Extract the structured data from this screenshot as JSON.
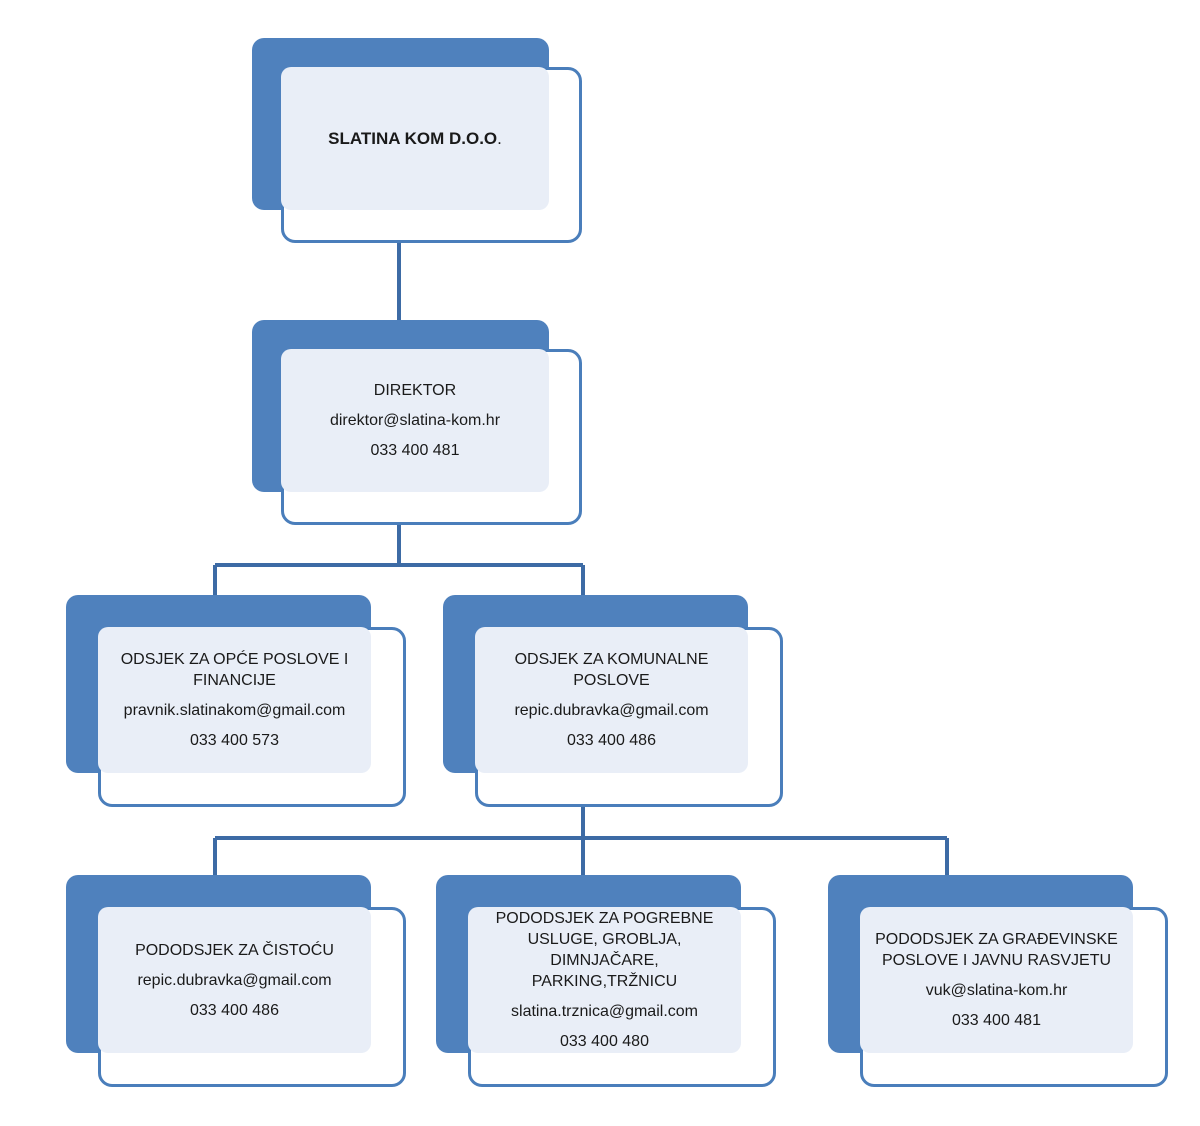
{
  "chart_title": "SLATINA KOM D.O.O. organizational chart",
  "colors": {
    "accent_blue": "#4f81bd",
    "panel_fill": "#e9eef7",
    "card_border": "#4a7ebb",
    "connector": "#3d6ba5",
    "text": "#1a1a1a",
    "background": "#ffffff"
  },
  "nodes": {
    "root": {
      "title": "SLATINA KOM D.O.O.",
      "title_bold_part": "SLATINA KOM D.O.O",
      "title_tail": ".",
      "email": "",
      "phone": ""
    },
    "direktor": {
      "title": "DIREKTOR",
      "email": "direktor@slatina-kom.hr",
      "phone": "033 400 481"
    },
    "opce_poslove": {
      "title_line1": "ODSJEK ZA OPĆE POSLOVE I",
      "title_line2": "FINANCIJE",
      "email": "pravnik.slatinakom@gmail.com",
      "phone": "033 400 573"
    },
    "komunalne_poslove": {
      "title_line1": "ODSJEK ZA KOMUNALNE",
      "title_line2": "POSLOVE",
      "email": "repic.dubravka@gmail.com",
      "phone": "033 400 486"
    },
    "cistoca": {
      "title_line1": "PODODSJEK ZA ČISTOĆU",
      "email": "repic.dubravka@gmail.com",
      "phone": "033 400 486"
    },
    "pogrebne": {
      "title_line1": "PODODSJEK ZA POGREBNE",
      "title_line2": "USLUGE, GROBLJA,",
      "title_line3": "DIMNJAČARE,",
      "title_line4": "PARKING,TRŽNICU",
      "email": "slatina.trznica@gmail.com",
      "phone": "033 400 480"
    },
    "gradevinske": {
      "title_line1": "PODODSJEK ZA GRAĐEVINSKE",
      "title_line2": "POSLOVE I JAVNU RASVJETU",
      "email": "vuk@slatina-kom.hr",
      "phone": "033 400 481"
    }
  }
}
